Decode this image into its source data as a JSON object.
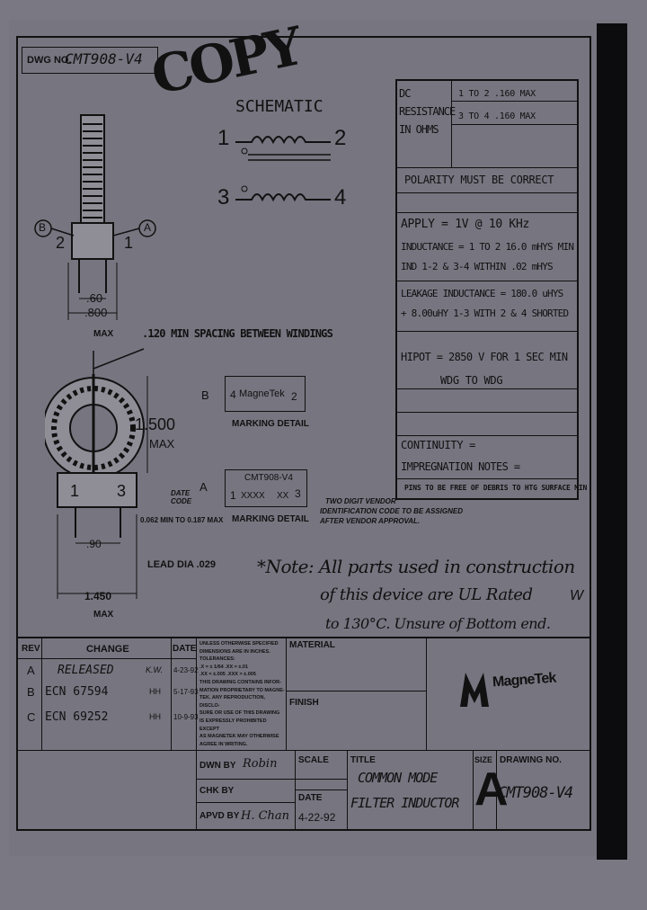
{
  "dwg_no": {
    "label": "DWG NO.",
    "value": "CMT908-V4"
  },
  "copy_stamp": "COPY",
  "schematic": {
    "title": "SCHEMATIC",
    "pin1": "1",
    "pin2": "2",
    "pin3": "3",
    "pin4": "4"
  },
  "side_view": {
    "label_b": "B",
    "label_a": "A",
    "pin2": "2",
    "pin1": "1",
    "dim_inner": ".60",
    "dim_outer": ".800",
    "dim_max": "MAX"
  },
  "spacing_note": ".120 MIN SPACING BETWEEN WINDINGS",
  "front_view": {
    "height_dim": "1.500",
    "height_max": "MAX",
    "pin1": "1",
    "pin3": "3",
    "standoff": "0.062 MIN TO 0.187 MAX",
    "pitch": ".90",
    "lead_dia": "LEAD DIA .029",
    "width_dim": "1.450",
    "width_max": "MAX"
  },
  "marking_b": {
    "letter": "B",
    "pin4": "4",
    "brand": "MagneTek",
    "pin2": "2",
    "caption": "MARKING DETAIL"
  },
  "marking_a": {
    "letter": "A",
    "date_code": "DATE CODE",
    "part": "CMT908-V4",
    "pin1": "1",
    "code": "XXXX",
    "xx": "XX",
    "pin3": "3",
    "caption": "MARKING DETAIL"
  },
  "vendor_note": [
    "TWO DIGIT VENDOR",
    "IDENTIFICATION CODE TO BE ASSIGNED",
    "AFTER VENDOR APPROVAL."
  ],
  "handwritten_note": [
    "*Note: All parts used in construction",
    "of this device are UL Rated",
    "to 130°C. Unsure of Bottom end."
  ],
  "handwritten_note_side": "W",
  "specs": {
    "dc_resistance_label": "DC RESISTANCE IN OHMS",
    "dc_line1": "1 TO 2 .160 MAX",
    "dc_line2": "3 TO 4 .160 MAX",
    "polarity": "POLARITY MUST BE CORRECT",
    "apply": "APPLY = 1V @ 10 KHz",
    "inductance1": "INDUCTANCE = 1 TO 2 16.0 mHYS MIN",
    "inductance2": "IND 1-2 & 3-4 WITHIN .02 mHYS",
    "leakage1": "LEAKAGE INDUCTANCE = 180.0 uHYS",
    "leakage2": "+ 8.00uHY 1-3 WITH 2 & 4 SHORTED",
    "hipot1": "HIPOT = 2850 V FOR 1 SEC MIN",
    "hipot2": "WDG TO WDG",
    "continuity": "CONTINUITY =",
    "impregnation": "IMPREGNATION NOTES =",
    "pins_note": "PINS TO BE FREE OF DEBRIS TO HTG SURFACE MIN"
  },
  "revisions": {
    "header_rev": "REV",
    "header_change": "CHANGE",
    "header_date": "DATE",
    "rows": [
      {
        "rev": "A",
        "change": "RELEASED",
        "init": "K.W.",
        "date": "4-23-92"
      },
      {
        "rev": "B",
        "change": "ECN 67594",
        "init": "HH",
        "date": "5-17-93"
      },
      {
        "rev": "C",
        "change": "ECN 69252",
        "init": "HH",
        "date": "10-9-93"
      }
    ]
  },
  "tolerances": [
    "UNLESS OTHERWISE SPECIFIED",
    "DIMENSIONS ARE IN INCHES.",
    "TOLERANCES:",
    ".X = ± 1/64   .XX = ±.01",
    ".XX = ±.005  .XXX = ±.005",
    "THIS DRAWING CONTAINS INFOR-",
    "MATION PROPRIETARY TO MAGNE-",
    "TEK. ANY REPRODUCTION, DISCLO-",
    "SURE OR USE OF THIS DRAWING",
    "IS EXPRESSLY PROHIBITED EXCEPT",
    "AS MAGNETEK MAY OTHERWISE",
    "AGREE IN WRITING."
  ],
  "material_label": "MATERIAL",
  "finish_label": "FINISH",
  "company": "MagneTek",
  "title_block": {
    "dwn_label": "DWN BY",
    "dwn_sig": "Robin",
    "chk_label": "CHK BY",
    "apvd_label": "APVD BY",
    "apvd_sig": "H. Chan",
    "scale_label": "SCALE",
    "date_label": "DATE",
    "date_value": "4-22-92",
    "title_label": "TITLE",
    "title_line1": "COMMON MODE",
    "title_line2": "FILTER INDUCTOR",
    "size_label": "SIZE",
    "size_value": "A",
    "drawing_no_label": "DRAWING NO.",
    "drawing_no_value": "CMT908-V4"
  }
}
